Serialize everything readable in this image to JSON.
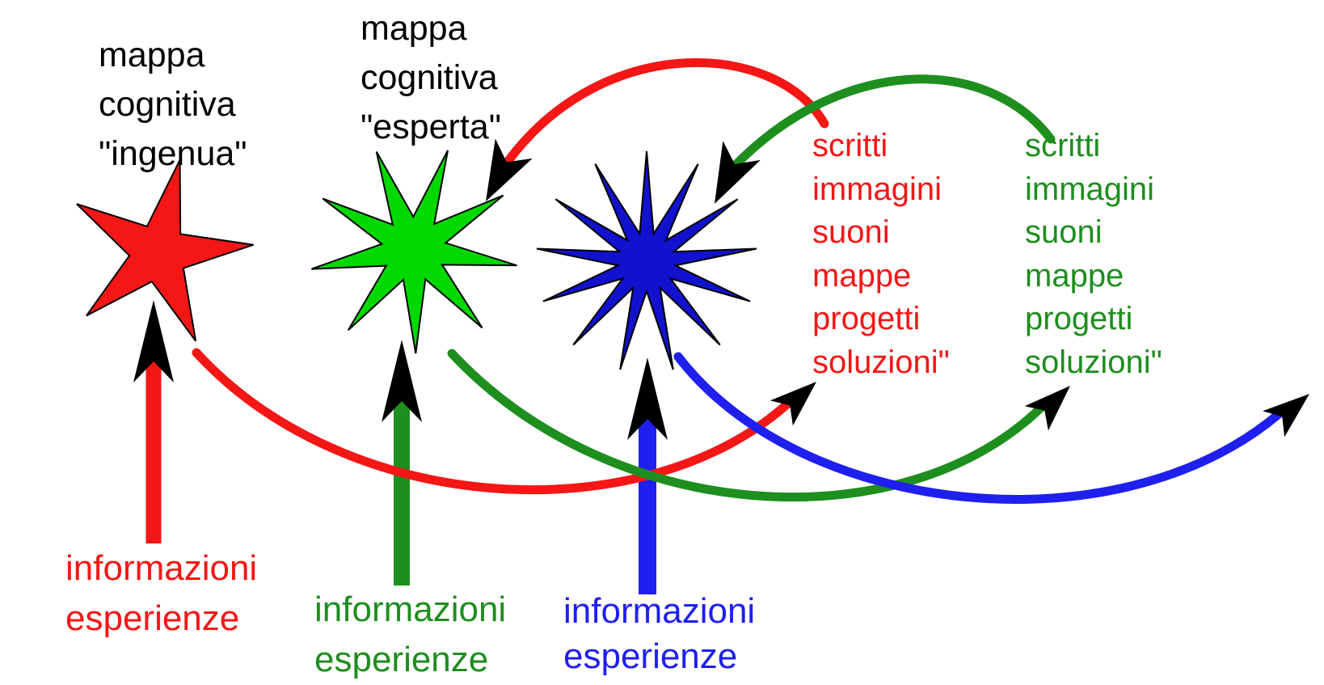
{
  "diagram": {
    "title_naive": {
      "lines": [
        "mappa",
        "cognitiva",
        "\"ingenua\""
      ]
    },
    "title_expert": {
      "lines": [
        "mappa",
        "cognitiva",
        "\"esperta\""
      ]
    },
    "output_list_red": {
      "items": [
        "scritti",
        "immagini",
        "suoni",
        "mappe",
        "progetti",
        "soluzioni\""
      ]
    },
    "output_list_green": {
      "items": [
        "scritti",
        "immagini",
        "suoni",
        "mappe",
        "progetti",
        "soluzioni\""
      ]
    },
    "input_label_red": {
      "lines": [
        "informazioni",
        "esperienze"
      ]
    },
    "input_label_green": {
      "lines": [
        "informazioni",
        "esperienze"
      ]
    },
    "input_label_blue": {
      "lines": [
        "informazioni",
        "esperienze"
      ]
    },
    "colors": {
      "red": "#F51616",
      "bright_green": "#00D800",
      "dark_green": "#1E8E1E",
      "blue": "#1F1FF0",
      "blue_star": "#1111CE",
      "black": "#000000"
    },
    "stars": [
      {
        "name": "naive-map-star",
        "points": 5,
        "fill": "red"
      },
      {
        "name": "expert-map-star",
        "points": 9,
        "fill": "bright_green"
      },
      {
        "name": "advanced-map-star",
        "points": 13,
        "fill": "blue_star"
      }
    ]
  }
}
